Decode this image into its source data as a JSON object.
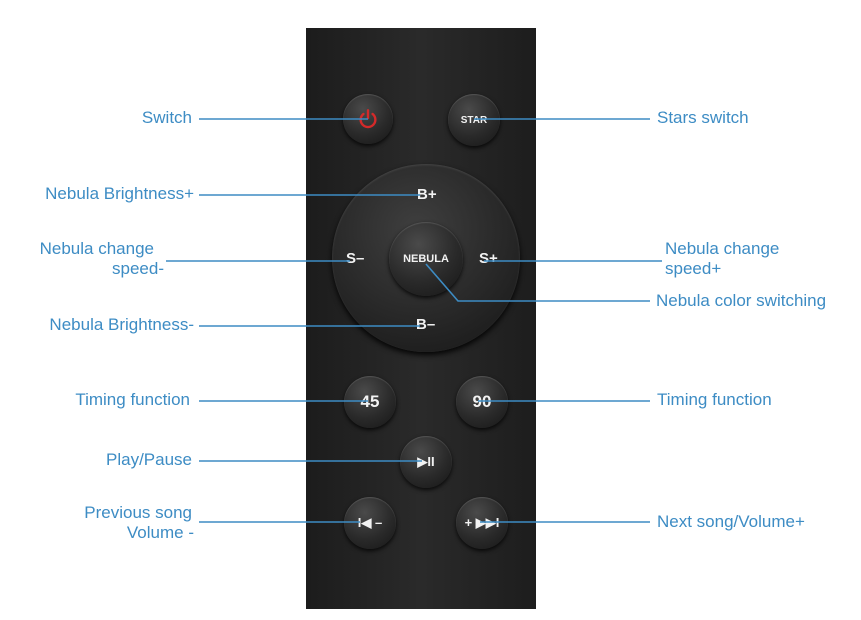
{
  "remote": {
    "buttons": {
      "star": "STAR",
      "b_plus": "B+",
      "s_minus": "S–",
      "nebula": "NEBULA",
      "s_plus": "S+",
      "b_minus": "B–",
      "t45": "45",
      "t90": "90",
      "play": "▶II",
      "prev": "I◀ –",
      "next": "+ ▶▶I"
    },
    "icons": {
      "power": "power-icon"
    },
    "power_color": "#d42a2a"
  },
  "labels": {
    "switch": "Switch",
    "stars_switch": "Stars switch",
    "brightness_plus": "Nebula Brightness+",
    "speed_minus_1": "Nebula change",
    "speed_minus_2": "speed-",
    "speed_plus_1": "Nebula change",
    "speed_plus_2": "speed+",
    "color_switching": "Nebula color switching",
    "brightness_minus": "Nebula Brightness-",
    "timing_left": "Timing function",
    "timing_right": "Timing function",
    "play_pause": "Play/Pause",
    "prev_1": "Previous song",
    "prev_2": "Volume -",
    "next": "Next song/Volume+"
  },
  "colors": {
    "label": "#3d8cc4",
    "line": "#3d8cc4",
    "remote": "#222222"
  }
}
